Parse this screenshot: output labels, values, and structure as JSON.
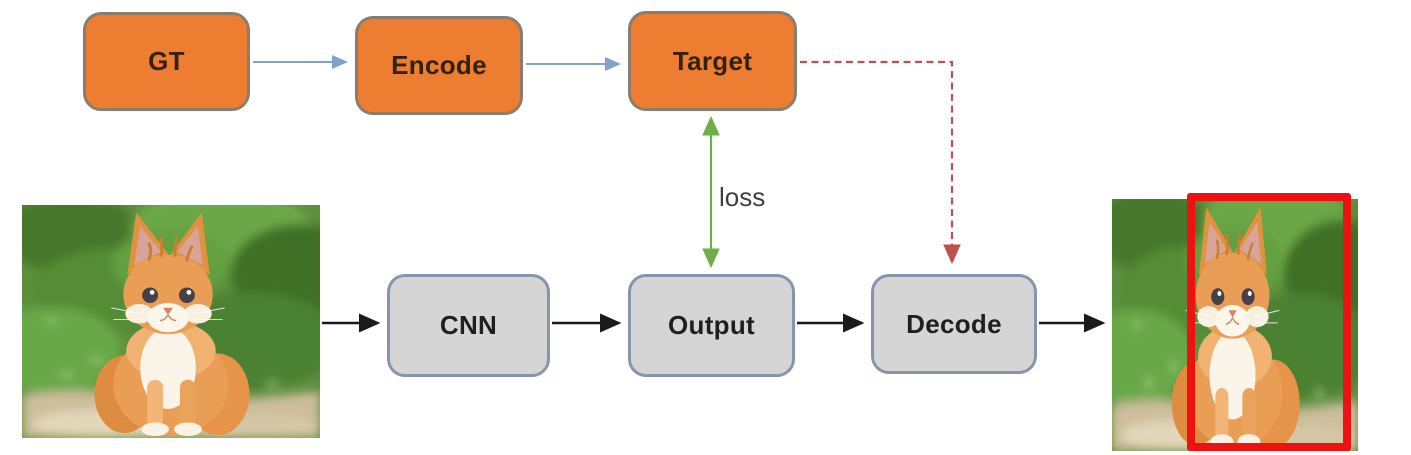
{
  "diagram": {
    "nodes": {
      "gt": {
        "label": "GT",
        "style": "orange"
      },
      "encode": {
        "label": "Encode",
        "style": "orange"
      },
      "target": {
        "label": "Target",
        "style": "orange"
      },
      "cnn": {
        "label": "CNN",
        "style": "gray"
      },
      "output": {
        "label": "Output",
        "style": "gray"
      },
      "decode": {
        "label": "Decode",
        "style": "gray"
      }
    },
    "loss_label": "loss",
    "edges": [
      {
        "from": "gt",
        "to": "encode",
        "style": "blue-solid-arrow"
      },
      {
        "from": "encode",
        "to": "target",
        "style": "blue-solid-arrow"
      },
      {
        "from": "target",
        "to": "output",
        "style": "green-double-arrow",
        "label": "loss"
      },
      {
        "from": "target",
        "to": "decode",
        "style": "red-dashed-arrow"
      },
      {
        "from": "input-image",
        "to": "cnn",
        "style": "black-solid-arrow"
      },
      {
        "from": "cnn",
        "to": "output",
        "style": "black-solid-arrow"
      },
      {
        "from": "output",
        "to": "decode",
        "style": "black-solid-arrow"
      },
      {
        "from": "decode",
        "to": "output-image",
        "style": "black-solid-arrow"
      }
    ],
    "images": {
      "input": {
        "alt": "orange kitten sitting on a stone path in front of green grass"
      },
      "output": {
        "alt": "same kitten photo with a red predicted bounding box around the cat"
      }
    },
    "colors": {
      "node_orange_fill": "#ED7D31",
      "node_orange_border": "#8B7D6E",
      "node_gray_fill": "#D5D5D5",
      "node_gray_border": "#8695AD",
      "arrow_blue": "#7FA3CC",
      "arrow_green": "#6FAE49",
      "arrow_red": "#C0504D",
      "arrow_black": "#1A1A1A",
      "bounding_box_red": "#ED1111",
      "loss_text_color": "#3F3F3F"
    }
  }
}
